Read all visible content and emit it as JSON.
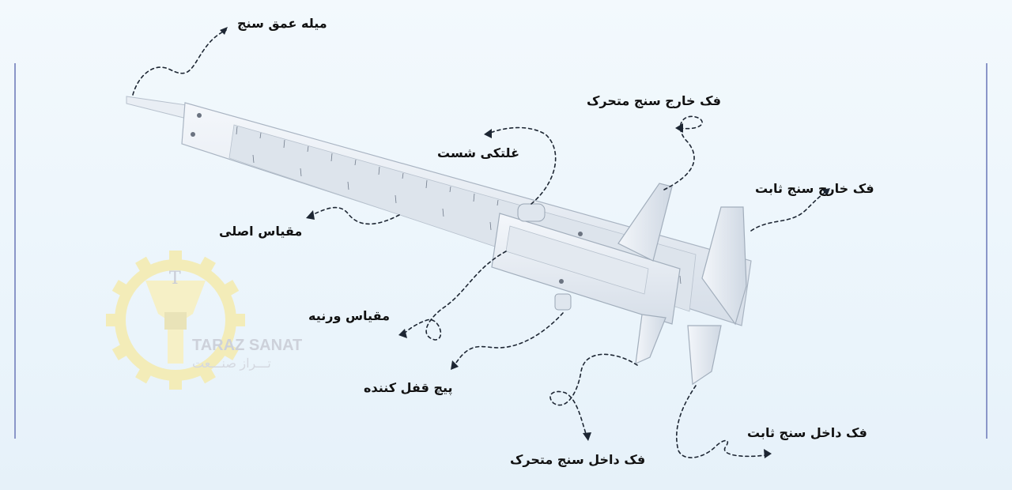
{
  "labels": {
    "depth_rod": "میله عمق سنج",
    "moving_outer_jaw": "فک خارج سنج متحرک",
    "roller": "غلتکی شست",
    "fixed_outer_jaw": "فک خارج سنج ثابت",
    "main_scale": "مقیاس اصلی",
    "vernier_scale": "مقیاس ورنیه",
    "lock_screw": "پیچ قفل کننده",
    "fixed_inner_jaw": "فک داخل سنج ثابت",
    "moving_inner_jaw": "فک داخل سنج متحرک"
  },
  "watermark": {
    "name_en": "TARAZ SANAT",
    "name_fa": "تـــراز صنـــعت",
    "logo_letter": "T"
  },
  "colors": {
    "background": "#eef6fc",
    "frame_line": "#8a96c8",
    "caliper_body": "#e8eef5",
    "caliper_edge": "#aab6c4",
    "watermark_gear": "#f3eab0"
  }
}
